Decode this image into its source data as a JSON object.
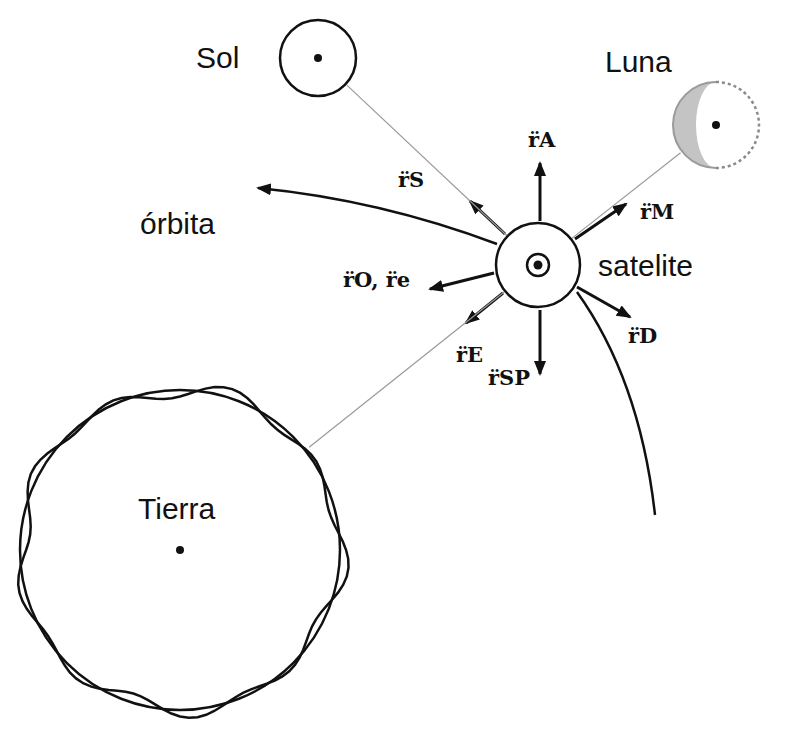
{
  "diagram": {
    "nodes": [
      {
        "text": [
          "Sol"
        ]
      },
      {
        "text": [
          "Luna"
        ]
      },
      {
        "text": [
          "satelite"
        ]
      },
      {
        "text": [
          "Tierra"
        ]
      }
    ],
    "edges": [
      {
        "from": 0,
        "to": 2,
        "arrow": "none"
      },
      {
        "from": 1,
        "to": 2,
        "arrow": "none"
      },
      {
        "from": 3,
        "to": 2,
        "arrow": "none"
      }
    ],
    "labels": [
      "órbita",
      "r̈S",
      "r̈A",
      "r̈M",
      "r̈O, r̈e",
      "r̈D",
      "r̈E",
      "r̈SP"
    ]
  }
}
